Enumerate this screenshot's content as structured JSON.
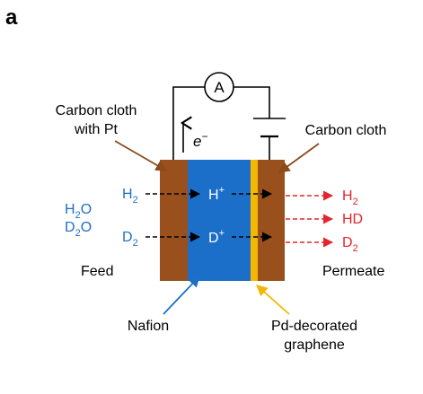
{
  "panel_label": "a",
  "ammeter_symbol": "A",
  "electron_flow": {
    "e": "e",
    "sup": "−"
  },
  "labels": {
    "carbon_cloth_pt_line1": "Carbon cloth",
    "carbon_cloth_pt_line2": "with Pt",
    "carbon_cloth": "Carbon cloth",
    "feed": "Feed",
    "permeate": "Permeate",
    "nafion": "Nafion",
    "pd_graphene_line1": "Pd-decorated",
    "pd_graphene_line2": "graphene"
  },
  "feed_species": {
    "h2o": {
      "base": "H",
      "sub": "2",
      "tail": "O"
    },
    "d2o": {
      "base": "D",
      "sub": "2",
      "tail": "O"
    },
    "h2": {
      "base": "H",
      "sub": "2"
    },
    "d2": {
      "base": "D",
      "sub": "2"
    }
  },
  "ions": {
    "h_plus": {
      "base": "H",
      "sup": "+"
    },
    "d_plus": {
      "base": "D",
      "sup": "+"
    }
  },
  "permeate_species": {
    "h2": {
      "base": "H",
      "sub": "2"
    },
    "hd": {
      "base": "HD"
    },
    "d2": {
      "base": "D",
      "sub": "2"
    }
  },
  "colors": {
    "carbon_cloth": "#99501c",
    "nafion": "#1b6fc9",
    "graphene": "#f5b800",
    "feed_text": "#1f6fc6",
    "permeate_text": "#e3262b",
    "pointer_brown": "#8a4a1a",
    "pointer_blue": "#1f6fc6",
    "pointer_yellow": "#f2b705"
  }
}
